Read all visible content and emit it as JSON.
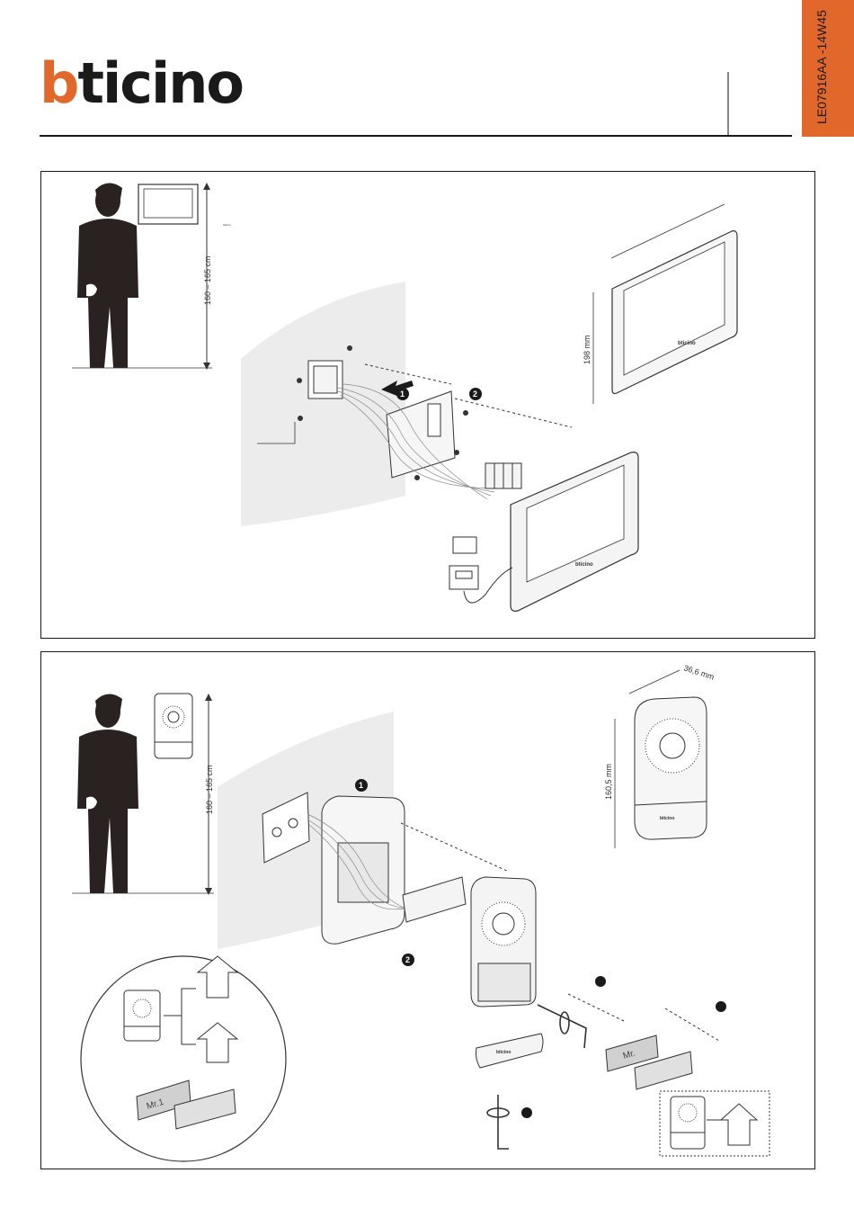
{
  "brand": {
    "logo_text_first": "b",
    "logo_text_rest": "ticino",
    "accent_color": "#e2672a"
  },
  "document_code": "LE07916AA -14W45",
  "panel_top": {
    "height_range": "160 – 165 cm",
    "monitor_height": "198 mm",
    "tiny_logo": "bticino",
    "monitor_logo": "bticino",
    "step_1": "1",
    "step_2": "2"
  },
  "panel_bottom": {
    "height_range": "160 – 165 cm",
    "panel_depth": "36,6 mm",
    "panel_height": "160,5 mm",
    "step_1": "1",
    "step_2": "2",
    "label_mr1": "Mr.1",
    "label_mr": "Mr.",
    "panel_logo": "bticino"
  }
}
